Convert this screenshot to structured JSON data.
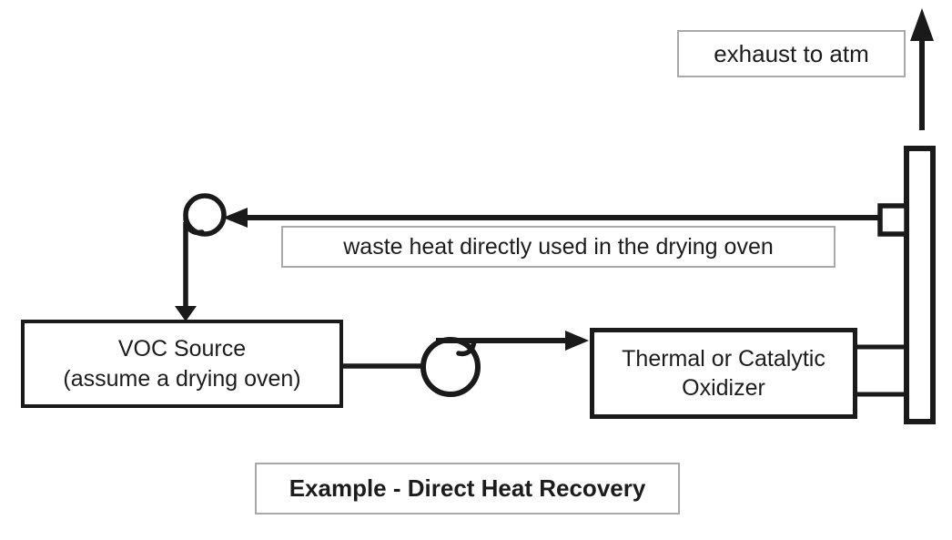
{
  "diagram": {
    "title": "Example - Direct Heat Recovery",
    "labels": {
      "exhaust": "exhaust to atm",
      "waste_heat": "waste heat directly used in the drying oven"
    },
    "nodes": {
      "voc_source": {
        "line1": "VOC Source",
        "line2": "(assume a drying oven)"
      },
      "oxidizer": {
        "line1": "Thermal or Catalytic",
        "line2": "Oxidizer"
      }
    },
    "symbols": {
      "recycle_fan": "blower-fan-icon",
      "supply_fan": "blower-fan-icon",
      "heat_exchanger": "exhaust-stack-heat-exchanger"
    },
    "colors": {
      "line": "#1a1a1a",
      "label_border": "#a9a9a9",
      "background": "#ffffff"
    }
  }
}
